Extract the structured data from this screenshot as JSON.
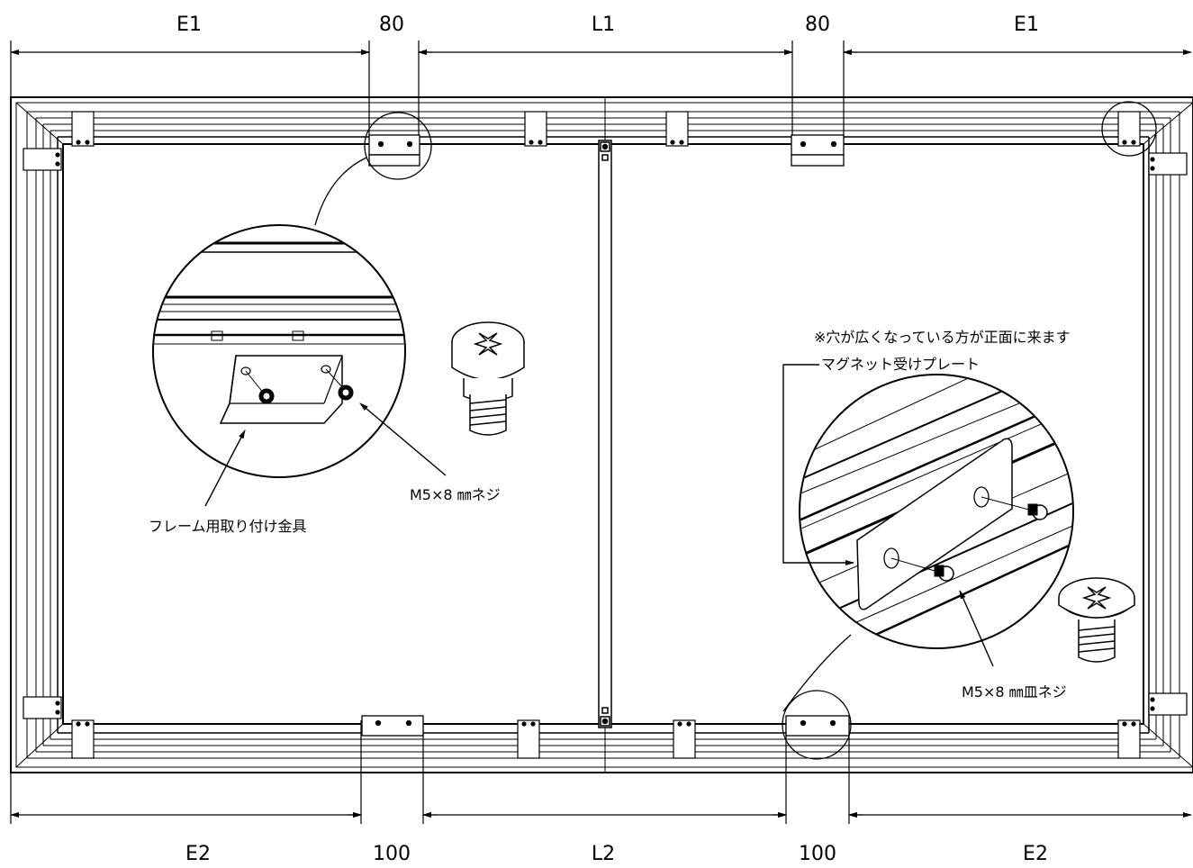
{
  "dimensions": {
    "top": [
      "E1",
      "80",
      "L1",
      "80",
      "E1"
    ],
    "bottom": [
      "E2",
      "100",
      "L2",
      "100",
      "E2"
    ]
  },
  "callouts": {
    "frame_bracket": "フレーム用取り付け金具",
    "pan_screw": "M5×8 ㎜ネジ",
    "note": "※穴が広くなっている方が正面に来ます",
    "magnet_plate": "マグネット受けプレート",
    "flat_screw": "M5×8 ㎜皿ネジ"
  }
}
